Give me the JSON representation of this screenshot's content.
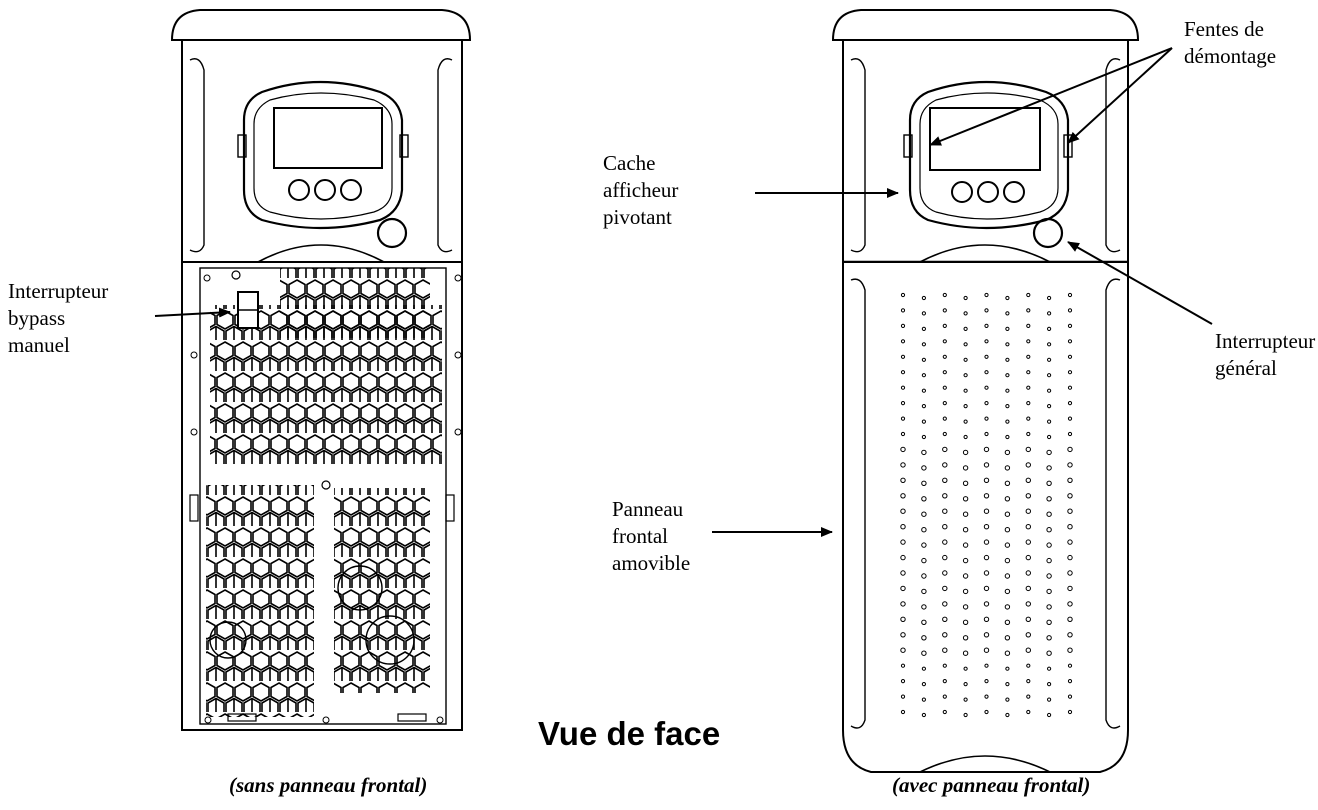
{
  "title": "Vue de face",
  "captions": {
    "left": "(sans panneau frontal)",
    "right": "(avec panneau frontal)"
  },
  "callouts": {
    "bypass_switch": "Interrupteur\nbypass\nmanuel",
    "display_cover": "Cache\nafficheur\npivotant",
    "removal_slots": "Fentes de\ndémontage",
    "main_switch": "Interrupteur\ngénéral",
    "front_panel": "Panneau\nfrontal\namovible"
  }
}
